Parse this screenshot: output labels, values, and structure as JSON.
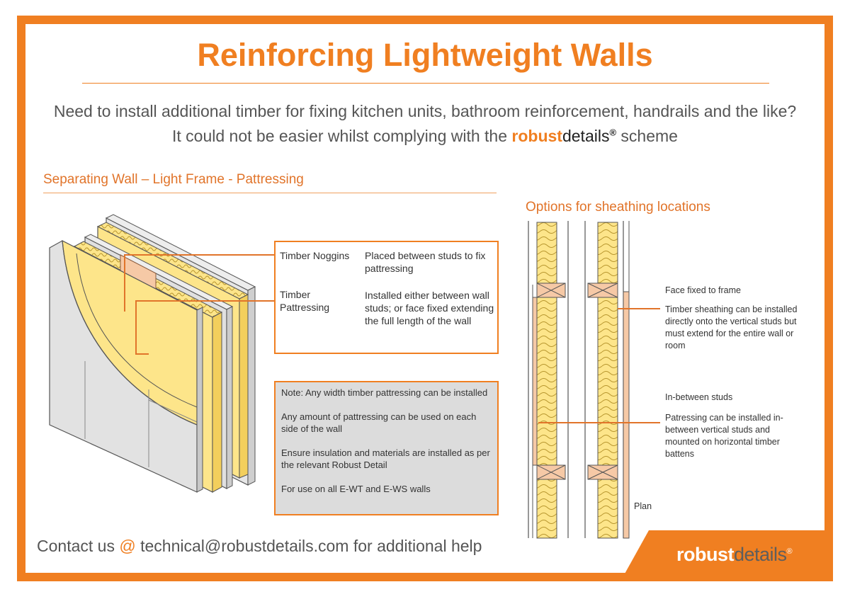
{
  "title": "Reinforcing Lightweight Walls",
  "intro": {
    "line1": "Need to install additional timber for fixing kitchen units, bathroom reinforcement, handrails and the like?",
    "line2_pre": "It could not be easier whilst complying with the ",
    "brand_robust": "robust",
    "brand_details": "details",
    "brand_reg": "®",
    "line2_post": " scheme"
  },
  "left_section": {
    "title": "Separating Wall – Light Frame - Pattressing",
    "callouts": [
      {
        "term": "Timber Noggins",
        "desc": "Placed between studs to fix pattressing"
      },
      {
        "term": "Timber Pattressing",
        "desc": "Installed either between wall studs; or face fixed extending the full length of the wall"
      }
    ],
    "note": [
      "Note: Any width timber pattressing can be installed",
      "Any amount of pattressing can be used on each side of the wall",
      "Ensure insulation and materials are installed as per the relevant Robust Detail",
      "For use on all E-WT and E-WS walls"
    ]
  },
  "right_section": {
    "title": "Options for sheathing locations",
    "face_fixed_heading": "Face fixed to frame",
    "face_fixed_desc": "Timber sheathing can be installed directly onto the vertical studs but must extend for the entire wall or room",
    "between_heading": "In-between studs",
    "between_desc": "Patressing can be installed in-between vertical studs and mounted on horizontal timber battens",
    "plan_label": "Plan"
  },
  "contact": {
    "pre": "Contact us ",
    "at": "@",
    "post": " technical@robustdetails.com for additional help"
  },
  "footer_logo": {
    "robust": "robust",
    "details": "details",
    "reg": "®"
  },
  "colors": {
    "accent": "#f07f21",
    "insulation": "#fde58a",
    "timber": "#f6c9a6",
    "board": "#d9d9d9",
    "note_bg": "#dcdcdc"
  }
}
